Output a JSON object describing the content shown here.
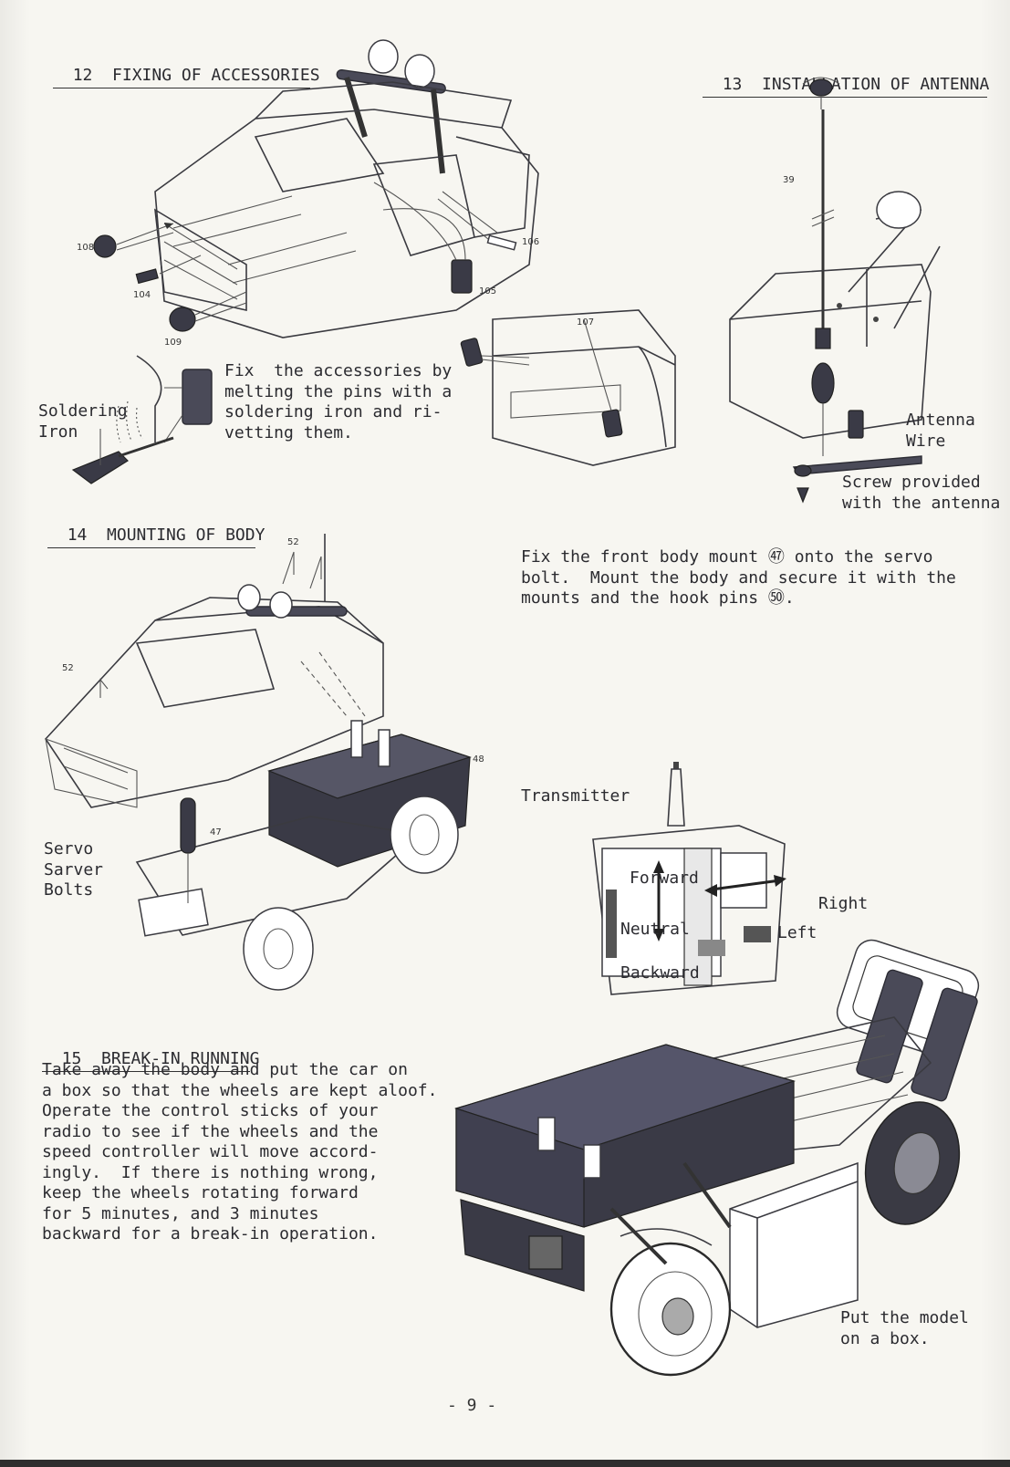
{
  "sections": {
    "s12": {
      "title": "12  FIXING OF ACCESSORIES"
    },
    "s13": {
      "title": "13  INSTALLATION OF ANTENNA"
    },
    "s14": {
      "title": "14  MOUNTING OF BODY"
    },
    "s15": {
      "title": "15  BREAK-IN RUNNING"
    }
  },
  "s12_text": {
    "instruction": "Fix  the accessories by\nmelting the pins with a\nsoldering iron and ri-\nvetting them.",
    "soldering_iron": "Soldering\nIron"
  },
  "s13_text": {
    "antenna_wire": "Antenna\nWire",
    "screw": "Screw provided\nwith the antenna"
  },
  "s14_text": {
    "instruction": "Fix the front body mount ㊼ onto the servo\nbolt.  Mount the body and secure it with the\nmounts and the hook pins ㊿.",
    "servo_saver": "Servo\nSarver\nBolts"
  },
  "transmitter": {
    "label": "Transmitter",
    "forward": "Forward",
    "neutral": "Neutral",
    "backward": "Backward",
    "right": "Right",
    "left": "Left"
  },
  "s15_text": {
    "instruction": "Take away the body and put the car on\na box so that the wheels are kept aloof.\nOperate the control sticks of your\nradio to see if the wheels and the\nspeed controller will move accord-\ningly.  If there is nothing wrong,\nkeep the wheels rotating forward\nfor 5 minutes, and 3 minutes\nbackward for a break-in operation.",
    "box_note": "Put the model\non a box."
  },
  "part_numbers": {
    "p39": "39",
    "p47": "47",
    "p48": "48",
    "p52": "52",
    "p104": "104",
    "p105": "105",
    "p106": "106",
    "p107": "107",
    "p108": "108",
    "p109": "109"
  },
  "footer": {
    "page": "- 9 -"
  }
}
